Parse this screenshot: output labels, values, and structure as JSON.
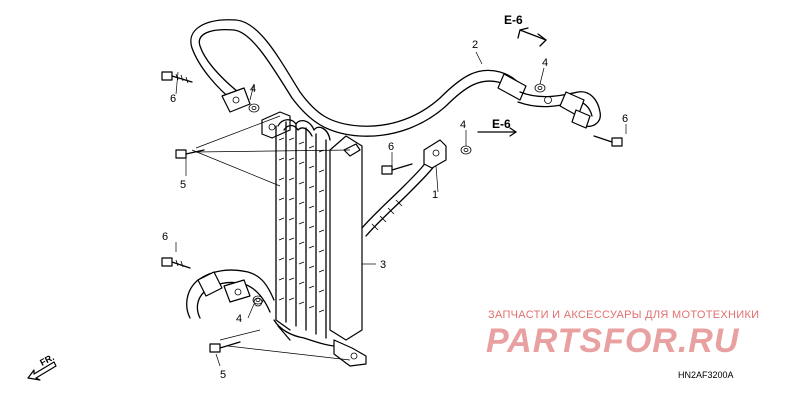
{
  "callouts": {
    "c1": "1",
    "c2": "2",
    "c3": "3",
    "c4a": "4",
    "c4b": "4",
    "c4c": "4",
    "c4d": "4",
    "c5a": "5",
    "c5b": "5",
    "c6a": "6",
    "c6b": "6",
    "c6c": "6",
    "c6d": "6"
  },
  "refs": {
    "e6_top": "E-6",
    "e6_mid": "E-6"
  },
  "front_label": "FR.",
  "diagram_code": "HN2AF3200A",
  "watermark": {
    "tagline": "ЗАПЧАСТИ И АКСЕССУАРЫ ДЛЯ МОТОТЕХНИКИ",
    "brand": "PARTSFOR.RU"
  }
}
